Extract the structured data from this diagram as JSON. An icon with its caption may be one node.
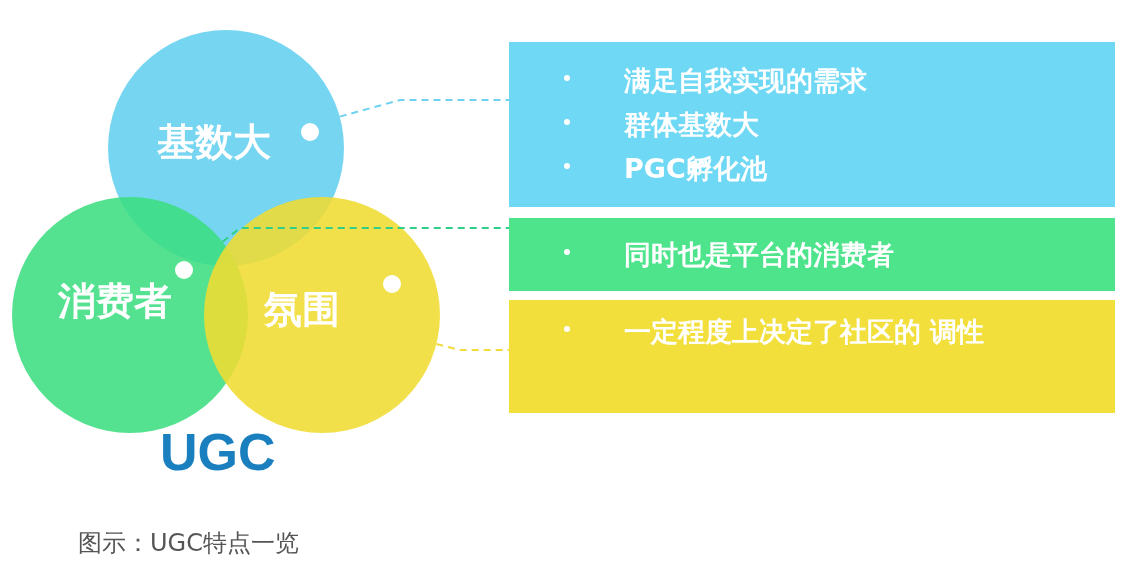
{
  "diagram": {
    "caption": "图示：UGC特点一览",
    "nodes": [
      {
        "text": [
          "基数大"
        ]
      },
      {
        "text": [
          "消费者"
        ]
      },
      {
        "text": [
          "氛围"
        ]
      },
      {
        "text": [
          "满足自我实现的需求",
          "群体基数大",
          "PGC孵化池"
        ]
      },
      {
        "text": [
          "同时也是平台的消费者"
        ]
      },
      {
        "text": [
          "一定程度上决定了社区的 调性"
        ]
      }
    ],
    "edges": [
      {
        "from": 0,
        "to": 3,
        "arrow": "none",
        "style": "dashed",
        "color": "#6fd3f0"
      },
      {
        "from": 1,
        "to": 4,
        "arrow": "none",
        "style": "dashed",
        "color": "#2fcf8a"
      },
      {
        "from": 2,
        "to": 5,
        "arrow": "none",
        "style": "dashed",
        "color": "#f0dc3c"
      }
    ],
    "labels": [
      "UGC"
    ]
  }
}
